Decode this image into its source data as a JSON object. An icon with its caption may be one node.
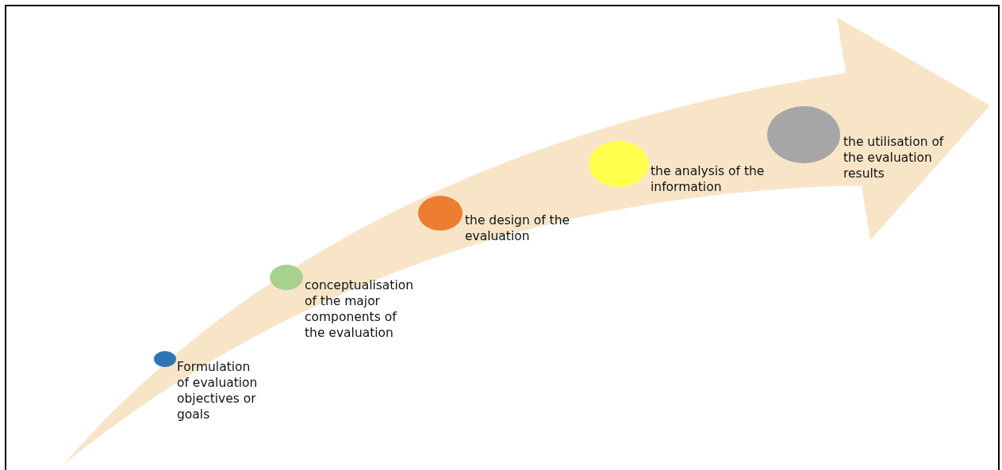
{
  "diagram": {
    "nodes": [
      {
        "text": [],
        "shape": "arrow"
      },
      {
        "text": [],
        "shape": "circle",
        "in": 0,
        "beside": [
          "Formulation of evaluation objectives or goals"
        ]
      },
      {
        "text": [],
        "shape": "circle",
        "in": 0,
        "beside": [
          "conceptualisation of the major components of the evaluation"
        ]
      },
      {
        "text": [],
        "shape": "circle",
        "in": 0,
        "beside": [
          "the design of the evaluation"
        ]
      },
      {
        "text": [],
        "shape": "circle",
        "in": 0,
        "beside": [
          "the analysis of the information"
        ]
      },
      {
        "text": [],
        "shape": "circle",
        "in": 0,
        "beside": [
          "the utilisation of the evaluation results"
        ]
      }
    ],
    "edges": []
  }
}
